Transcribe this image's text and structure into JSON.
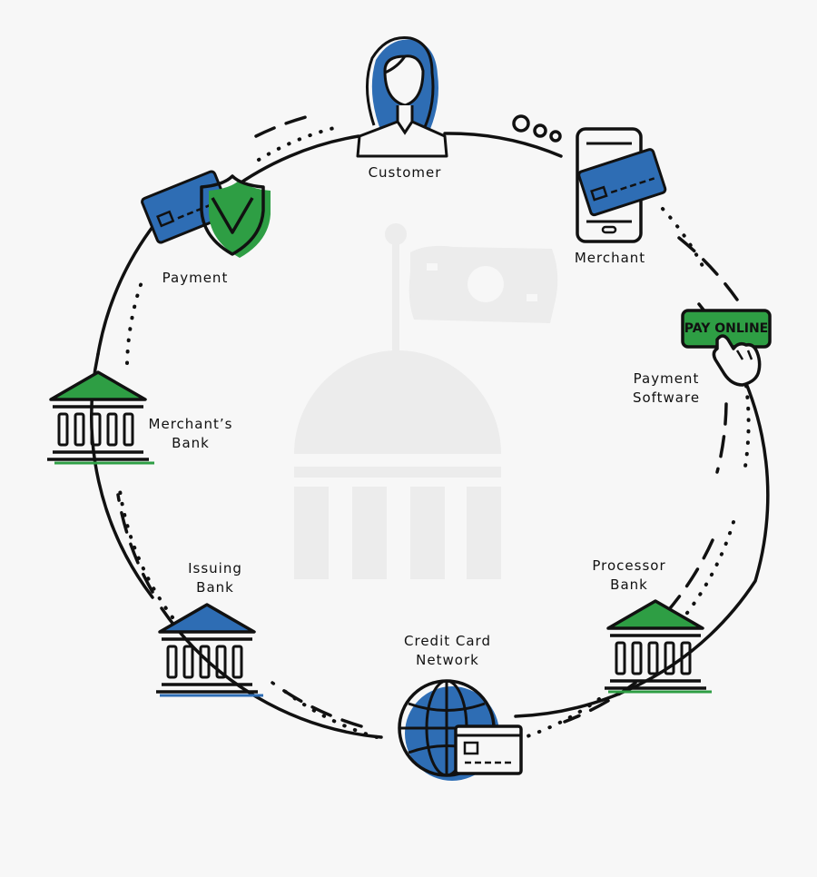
{
  "colors": {
    "background": "#f7f7f7",
    "line": "#111111",
    "blue": "#2e6db4",
    "green": "#2e9e44",
    "watermark": "#e9e9e9"
  },
  "nodes": {
    "customer": {
      "lines": [
        "Customer"
      ],
      "icon": "woman-avatar-icon"
    },
    "merchant": {
      "lines": [
        "Merchant"
      ],
      "icon": "smartphone-card-icon"
    },
    "payment_software": {
      "lines": [
        "Payment",
        "Software"
      ],
      "icon": "pay-online-button-icon",
      "button_text": "PAY ONLINE"
    },
    "processor_bank": {
      "lines": [
        "Processor",
        "Bank"
      ],
      "icon": "bank-icon"
    },
    "credit_card_network": {
      "lines": [
        "Credit Card",
        "Network"
      ],
      "icon": "globe-card-icon"
    },
    "issuing_bank": {
      "lines": [
        "Issuing",
        "Bank"
      ],
      "icon": "bank-icon"
    },
    "merchants_bank": {
      "lines": [
        "Merchant’s",
        "Bank"
      ],
      "icon": "bank-icon"
    },
    "payment": {
      "lines": [
        "Payment"
      ],
      "icon": "card-shield-icon"
    }
  }
}
